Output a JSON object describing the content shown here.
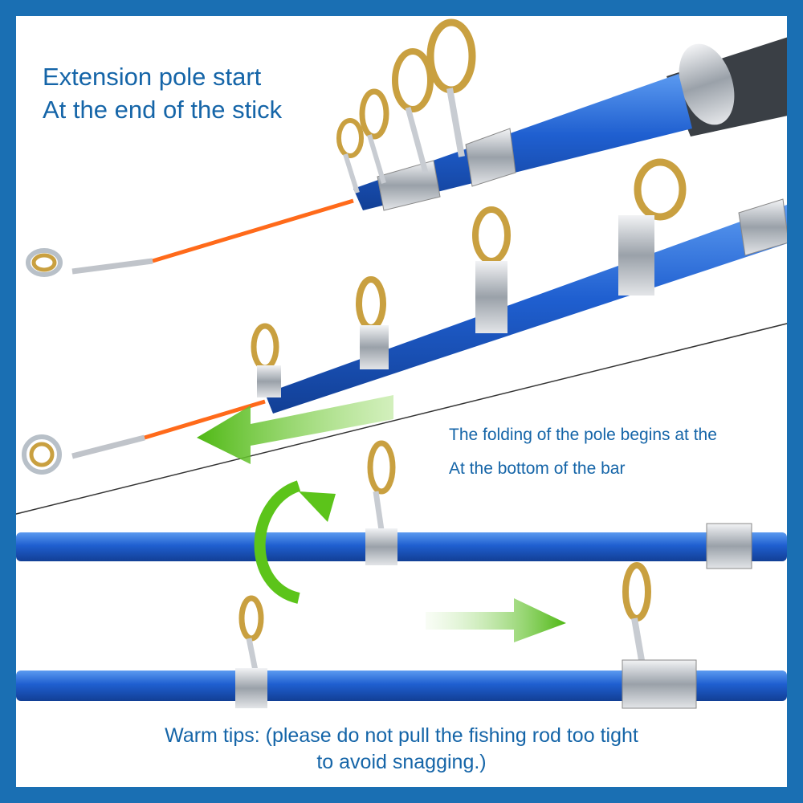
{
  "header": {
    "line1": "Extension pole start",
    "line2": "At the end of the stick"
  },
  "fold_note": {
    "line1": "The folding of the pole begins at the",
    "line2": "At the bottom of the bar"
  },
  "tips": {
    "line1": "Warm tips:  (please do not pull the fishing rod too tight",
    "line2": "to avoid snagging.)"
  },
  "colors": {
    "frame": "#1a6fb3",
    "text": "#1565a8",
    "rod_blue": "#1f5fd0",
    "tip_orange": "#ff6a1a",
    "arrow_green": "#5cc41a",
    "guide_gold": "#c9a040",
    "guide_silver": "#c8ccd2"
  },
  "icons": {
    "collapse_arrow": "left-arrow-icon",
    "rotate_arrow": "rotate-arrow-icon",
    "extend_arrow": "right-arrow-icon"
  }
}
